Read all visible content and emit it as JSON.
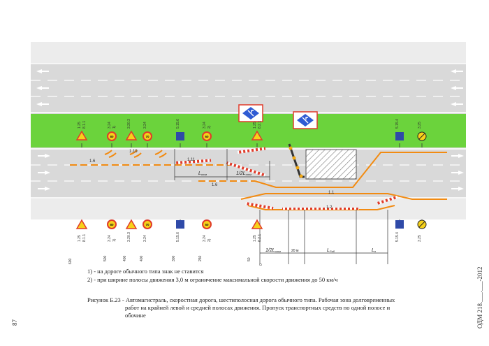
{
  "road": {
    "colors": {
      "roadway": "#d9d9d9",
      "median": "#6bd33c",
      "marking_new": "#f28b12",
      "lane_arrow": "#ffffff"
    },
    "lane_labels": [
      "1.6",
      "1.11",
      "1.19",
      "1.6",
      "1.1",
      "1.2"
    ],
    "sign_codes_top": [
      "1.25",
      "8.1.1",
      "3.24",
      "1)",
      "3.20.3",
      "3.24",
      "5.15.6",
      "3.24",
      "2)",
      "1.25",
      "8.2.1",
      "5.15.4",
      "3.25"
    ],
    "sign_codes_bottom": [
      "1.25",
      "8.1.1",
      "3.24",
      "1)",
      "3.20.3",
      "3.24",
      "5.15.6",
      "3.24",
      "2)",
      "1.25",
      "8.2.1",
      "5.15.4",
      "3.25"
    ],
    "sign_values": [
      "80",
      "70",
      "60",
      "50"
    ],
    "distances": [
      "600",
      "500",
      "400",
      "300",
      "250",
      "50",
      "0"
    ],
    "dimensions": {
      "upper_L": "L",
      "upper_L_sub": "отм",
      "upper_half_L": "1/2L",
      "upper_half_L_sub": "отм",
      "lower_half_L": "1/2L",
      "lower_half_L_sub": "отм",
      "buffer": "20 м",
      "work_zone": "L",
      "work_zone_sub": "Раб",
      "exit_taper": "L",
      "exit_taper_sub": "п"
    }
  },
  "notes": [
    "1) - на дороге обычного типа знак не ставится",
    "2) - при ширине полосы движения 3,0 м ограничение максимальной скорости движения до 50 км/ч"
  ],
  "caption": {
    "line1": "Рисунок Б.23 - Автомагистраль, скоростная дорога, шестиполосная дорога обычного типа. Рабочая зона долговременных",
    "line2": "работ на крайней левой и средней полосах движения. Пропуск транспортных средств по одной полосе и",
    "line3": "обочине"
  },
  "page_number": "87",
  "document_code": "ОДМ 218.___.___-2012"
}
